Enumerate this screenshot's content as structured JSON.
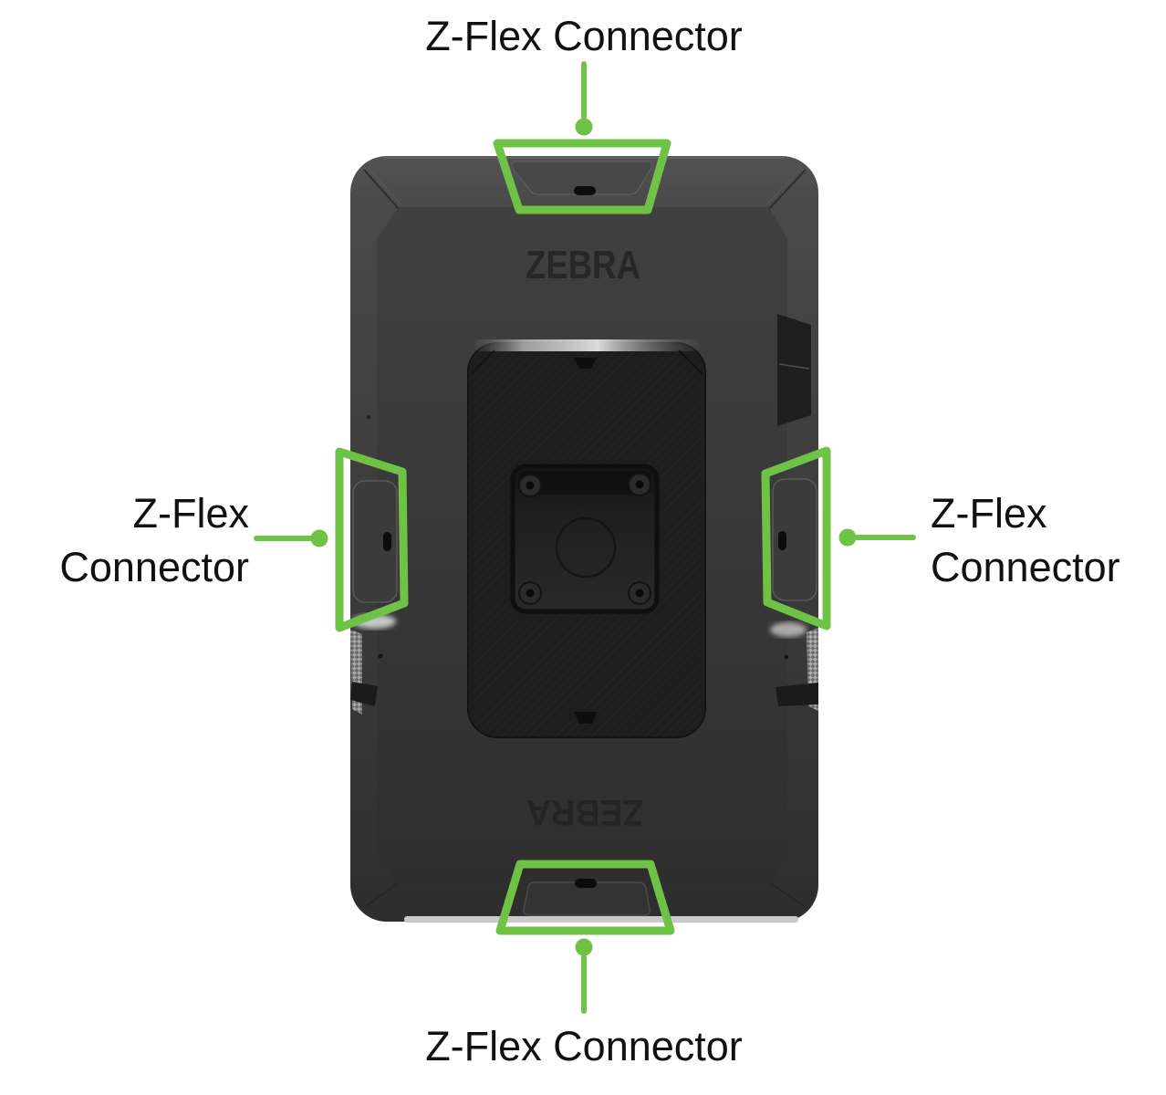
{
  "figure": {
    "background_color": "#ffffff",
    "accent_color": "#6EC346",
    "device": {
      "name": "zebra-rugged-tablet-back",
      "body_color": "#3c3c3c",
      "brand_top": "ZEBRA",
      "brand_bottom": "ZEBRA"
    },
    "callouts": {
      "top": {
        "label": "Z-Flex Connector"
      },
      "left": {
        "label": "Z-Flex Connector"
      },
      "right": {
        "label": "Z-Flex Connector"
      },
      "bottom": {
        "label": "Z-Flex Connector"
      }
    }
  }
}
